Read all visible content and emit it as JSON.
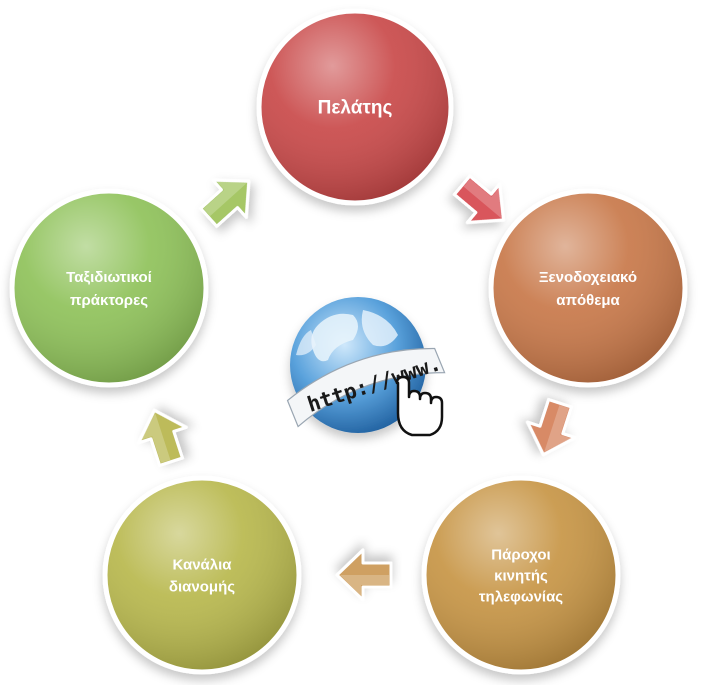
{
  "nodes": [
    {
      "id": "pelatis",
      "lines": [
        "Πελάτης"
      ],
      "color": "#c94a4a"
    },
    {
      "id": "xenodoxeiako",
      "lines": [
        "Ξενοδοχειακό",
        "απόθεμα"
      ],
      "color": "#c8784a"
    },
    {
      "id": "paroxoi",
      "lines": [
        "Πάροχοι",
        "κινητής",
        "τηλεφωνίας"
      ],
      "color": "#c79545"
    },
    {
      "id": "kanalia",
      "lines": [
        "Κανάλια",
        "διανομής"
      ],
      "color": "#b8b84e"
    },
    {
      "id": "taxidiotikoi",
      "lines": [
        "Ταξιδιωτικοί",
        "πράκτορες"
      ],
      "color": "#8fc25a"
    }
  ],
  "arrows": [
    {
      "from": "pelatis",
      "to": "xenodoxeiako",
      "color": "#d9565c"
    },
    {
      "from": "xenodoxeiako",
      "to": "paroxoi",
      "color": "#d88a66"
    },
    {
      "from": "paroxoi",
      "to": "kanalia",
      "color": "#cfa062"
    },
    {
      "from": "kanalia",
      "to": "taxidiotikoi",
      "color": "#bdbb5a"
    },
    {
      "from": "taxidiotikoi",
      "to": "pelatis",
      "color": "#a6c766"
    }
  ],
  "center": {
    "url_text": "http://www.",
    "icon": "globe-with-hand-cursor-icon"
  }
}
